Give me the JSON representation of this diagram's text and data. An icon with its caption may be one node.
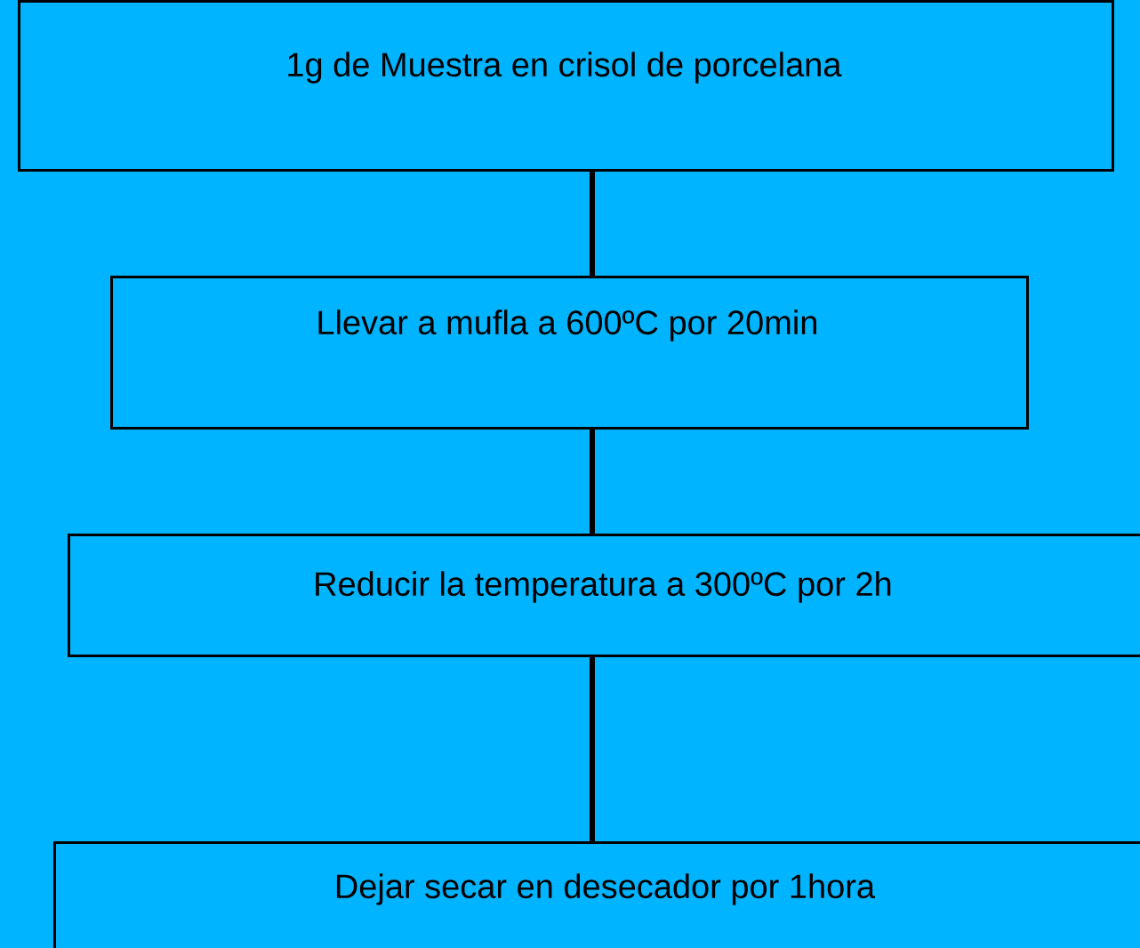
{
  "diagram": {
    "nodes": [
      {
        "text": [
          "1g de Muestra en crisol de porcelana"
        ]
      },
      {
        "text": [
          "Llevar a mufla a 600ºC por 20min"
        ]
      },
      {
        "text": [
          "Reducir la temperatura a 300ºC por 2h"
        ]
      },
      {
        "text": [
          "Dejar secar en  desecador por 1hora"
        ]
      }
    ],
    "edges": [
      {
        "from": 0,
        "to": 1,
        "arrow": "none"
      },
      {
        "from": 1,
        "to": 2,
        "arrow": "none"
      },
      {
        "from": 2,
        "to": 3,
        "arrow": "none"
      }
    ]
  }
}
